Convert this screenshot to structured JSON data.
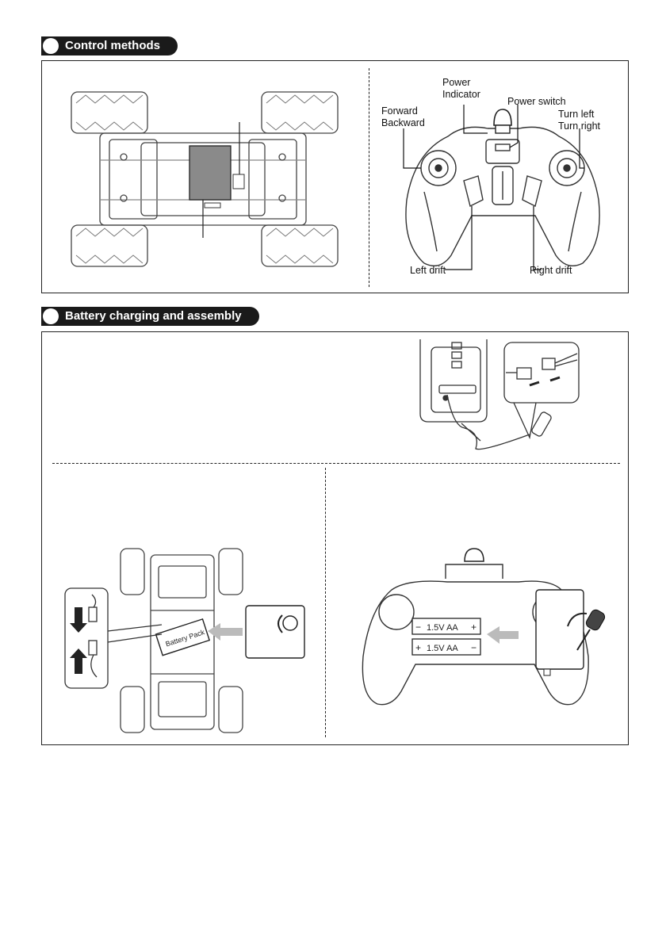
{
  "sections": {
    "control_title": "Control methods",
    "battery_title": "Battery charging and assembly"
  },
  "controller_labels": {
    "power_indicator_1": "Power",
    "power_indicator_2": "Indicator",
    "power_switch": "Power switch",
    "forward": "Forward",
    "backward": "Backward",
    "turn_left": "Turn left",
    "turn_right": "Turn right",
    "left_drift": "Left drift",
    "right_drift": "Right drift"
  },
  "battery_labels": {
    "pack": "Battery Pack",
    "aa_top": "1.5V AA",
    "aa_bottom": "1.5V AA",
    "minus": "−",
    "plus": "+"
  },
  "icons": [
    "car-chassis-illustration",
    "remote-controller-illustration",
    "charger-illustration",
    "connector-illustration",
    "screwdriver-icon",
    "insert-arrow-icon"
  ]
}
